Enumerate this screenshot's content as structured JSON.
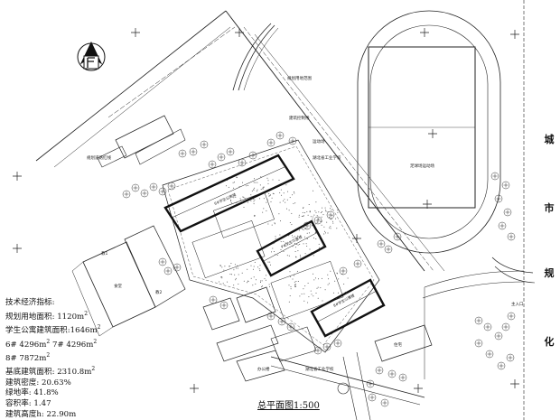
{
  "north": "N",
  "city": [
    "城",
    "市",
    "规",
    "化"
  ],
  "title": "总平面图1:500",
  "labels": {
    "runway": "运动场",
    "field": "足球场运动场",
    "road1": "规划道路红线",
    "road2": "规划用地范围",
    "road3": "建筑控制线",
    "school": "湖北省工业学校",
    "b6": "6#学生公寓楼",
    "b7": "7#学生公寓楼",
    "b8": "8#学生公寓楼",
    "canteen": "食堂",
    "bldg1": "教1",
    "bldg2": "教2",
    "office": "办公楼",
    "house": "住宅",
    "entry": "主入口",
    "gate": "湖北省工业学校"
  },
  "specs": {
    "heading": "技术经济指标:",
    "land": "规划用地面积: 1120m",
    "dorm": "学生公寓建筑面积:1646m",
    "l6": "6# 4296m",
    "l7": "7# 4296m",
    "l8": "8#  7872m",
    "base": "基底建筑面积: 2310.8m",
    "density": "建筑密度: 20.63%",
    "green": "绿地率: 41.8%",
    "far": "容积率: 1.47",
    "height": "建筑高度h: 22.90m"
  }
}
